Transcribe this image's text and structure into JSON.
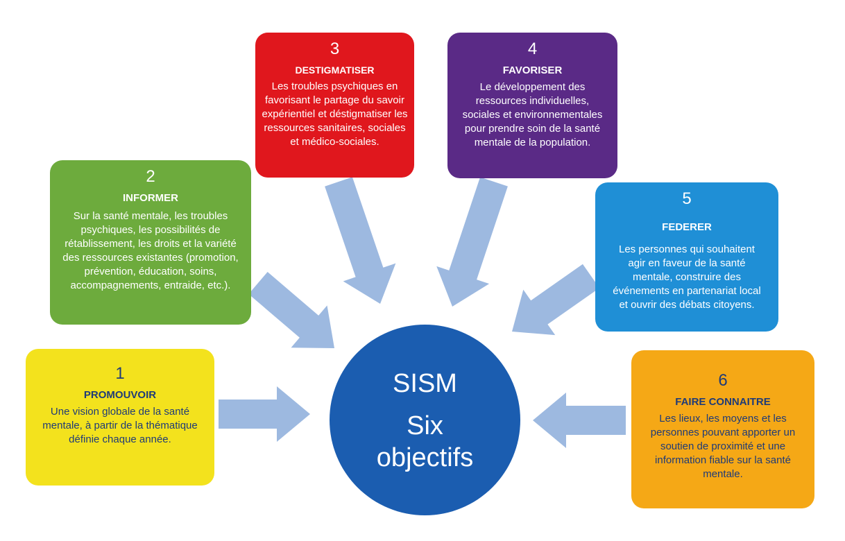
{
  "center": {
    "line1": "SISM",
    "line2": "Six",
    "line3": "objectifs"
  },
  "objectives": [
    {
      "number": "1",
      "title": "PROMOUVOIR",
      "text": "Une vision globale de la santé mentale, à partir de la thématique définie chaque année.",
      "color": "#f3e21d"
    },
    {
      "number": "2",
      "title": "INFORMER",
      "text": "Sur la santé mentale, les troubles psychiques, les possibilités de rétablissement, les droits et la variété des ressources existantes (promotion, prévention, éducation, soins, accompagnements, entraide, etc.).",
      "color": "#6dab3d"
    },
    {
      "number": "3",
      "title": "DESTIGMATISER",
      "text": "Les troubles psychiques en favorisant le partage du savoir expérientiel et déstigmatiser les ressources sanitaires, sociales et médico-sociales.",
      "color": "#e0171d"
    },
    {
      "number": "4",
      "title": "FAVORISER",
      "text": "Le développement des ressources individuelles, sociales et environnementales pour prendre soin de la santé mentale de la population.",
      "color": "#5a2a86"
    },
    {
      "number": "5",
      "title": "FEDERER",
      "text": "Les personnes qui souhaitent agir en faveur de la santé mentale, construire des événements en partenariat local et ouvrir des débats citoyens.",
      "color": "#1f8fd6"
    },
    {
      "number": "6",
      "title": "FAIRE CONNAITRE",
      "text": "Les lieux, les moyens et les personnes pouvant apporter un soutien de proximité et une information fiable sur la santé mentale.",
      "color": "#f5a816"
    }
  ],
  "colors": {
    "arrow": "#9db9e0",
    "circle": "#1b5db0"
  }
}
